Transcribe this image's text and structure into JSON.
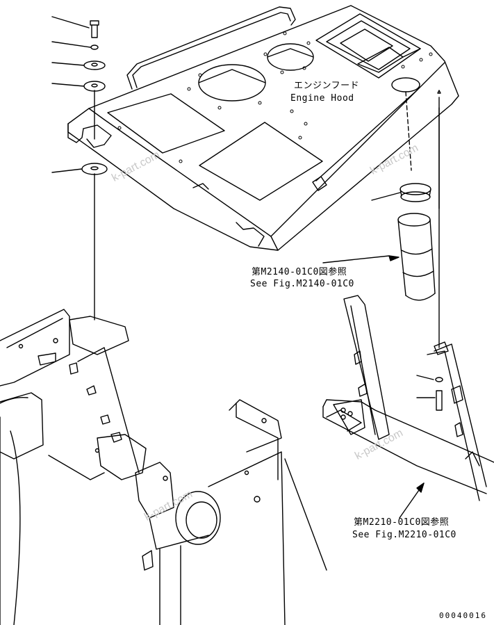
{
  "labels": {
    "engine_hood_jp": "エンジンフード",
    "engine_hood_en": "Engine Hood",
    "ref1_jp": "第M2140-01C0図参照",
    "ref1_en": "See Fig.M2140-01C0",
    "ref2_jp": "第M2210-01C0図参照",
    "ref2_en": "See Fig.M2210-01C0"
  },
  "drawing_number": "00040016",
  "watermark": "k-part.com",
  "colors": {
    "line": "#000000",
    "background": "#ffffff",
    "watermark": "#c8c8c8"
  }
}
